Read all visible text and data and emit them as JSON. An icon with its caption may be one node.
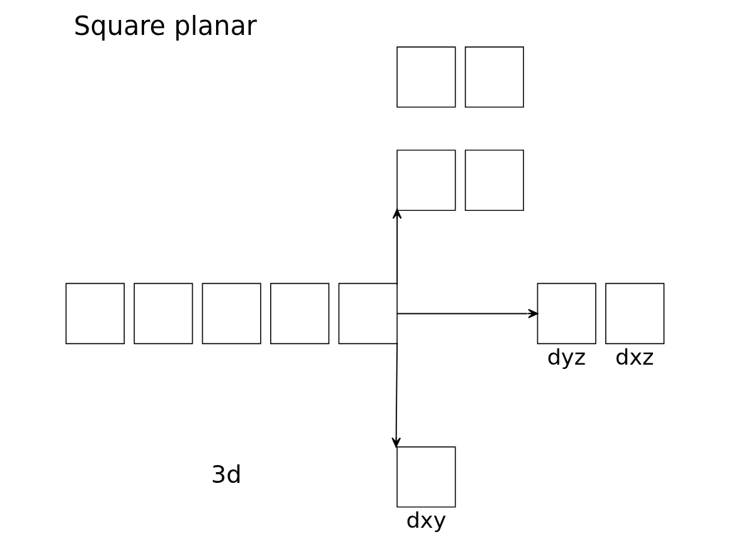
{
  "diagram": {
    "title": "Square planar",
    "nodes": [
      {
        "text": [],
        "shape": "box"
      },
      {
        "text": [],
        "shape": "box"
      },
      {
        "text": [],
        "shape": "box"
      },
      {
        "text": [],
        "shape": "box"
      },
      {
        "text": [],
        "shape": "box"
      },
      {
        "text": [],
        "shape": "box"
      },
      {
        "text": [],
        "shape": "box"
      },
      {
        "text": [],
        "shape": "box"
      },
      {
        "text": [],
        "shape": "box"
      },
      {
        "text": [],
        "shape": "box",
        "beside": [
          "dyz"
        ]
      },
      {
        "text": [],
        "shape": "box",
        "beside": [
          "dxz"
        ]
      },
      {
        "text": [],
        "shape": "box",
        "beside": [
          "dxy"
        ]
      }
    ],
    "edges": [
      {
        "from": 6,
        "to": 7,
        "arrow": "to"
      },
      {
        "from": 6,
        "to": 9,
        "arrow": "to"
      },
      {
        "from": 6,
        "to": 11,
        "arrow": "to"
      }
    ],
    "labels": [
      "3d"
    ]
  }
}
